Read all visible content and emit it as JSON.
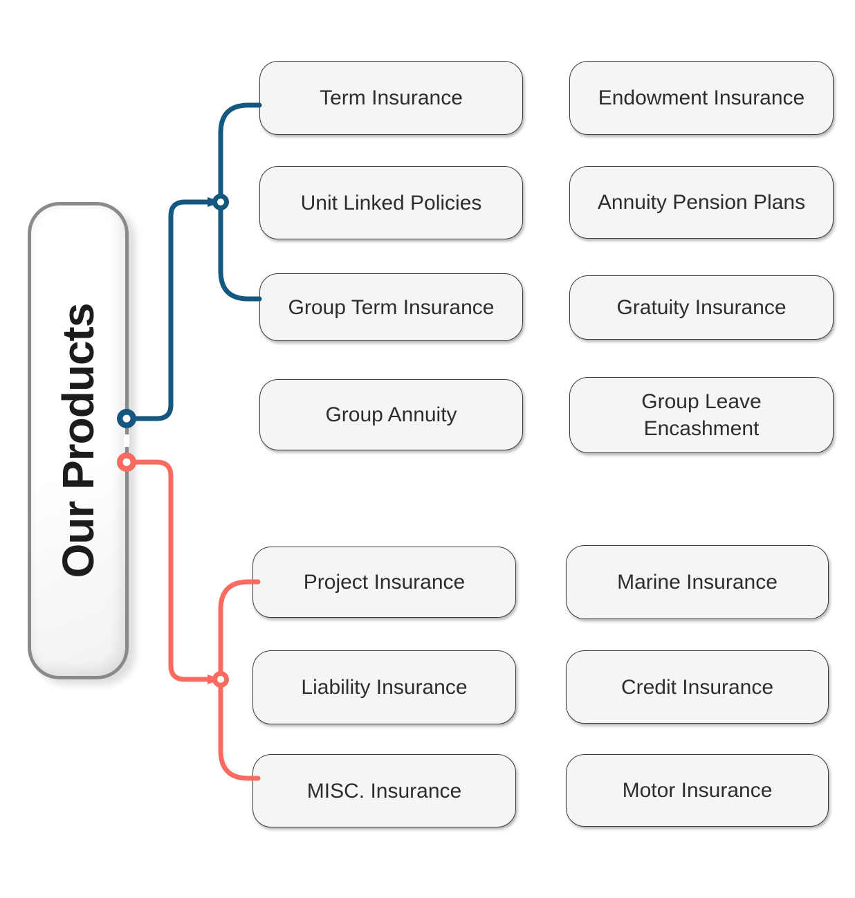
{
  "diagram": {
    "root_label": "Our Products",
    "groups": [
      {
        "id": "group-top",
        "color": "#15587F",
        "left_items": [
          "Term Insurance",
          "Unit Linked Policies",
          "Group Term Insurance",
          "Group Annuity"
        ],
        "right_items": [
          "Endowment Insurance",
          "Annuity Pension Plans",
          "Gratuity Insurance",
          "Group Leave Encashment"
        ]
      },
      {
        "id": "group-bottom",
        "color": "#F96B61",
        "left_items": [
          "Project Insurance",
          "Liability Insurance",
          "MISC. Insurance"
        ],
        "right_items": [
          "Marine Insurance",
          "Credit Insurance",
          "Motor Insurance"
        ]
      }
    ],
    "colors": {
      "card_background": "#F5F5F4",
      "card_border": "#3A3A3A",
      "root_border": "#8A8A8A",
      "label_text": "#2D2D2D"
    }
  }
}
